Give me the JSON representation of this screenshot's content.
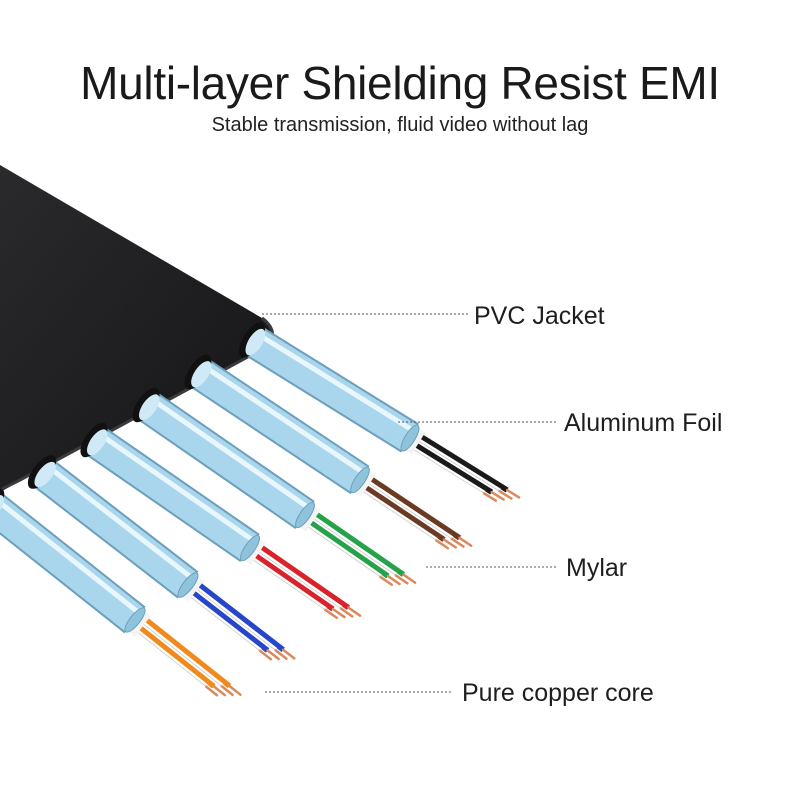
{
  "header": {
    "title": "Multi-layer Shielding Resist EMI",
    "subtitle": "Stable transmission, fluid video without lag"
  },
  "layers": [
    {
      "id": "jacket",
      "label": "PVC Jacket"
    },
    {
      "id": "foil",
      "label": "Aluminum Foil"
    },
    {
      "id": "mylar",
      "label": "Mylar"
    },
    {
      "id": "core",
      "label": "Pure copper core"
    }
  ],
  "colors": {
    "jacket": "#1c1c1e",
    "foil": "#a9d6ec",
    "copper": "#d98a5c",
    "leader_line": "#555555"
  },
  "wire_pairs": [
    {
      "name": "orange-pair",
      "color": "#f08a1c"
    },
    {
      "name": "blue-pair",
      "color": "#2746c9"
    },
    {
      "name": "red-pair",
      "color": "#d8232a"
    },
    {
      "name": "green-pair",
      "color": "#26a34a"
    },
    {
      "name": "brown-pair",
      "color": "#6b3a22"
    },
    {
      "name": "black-pair",
      "color": "#1a1a1a"
    }
  ]
}
